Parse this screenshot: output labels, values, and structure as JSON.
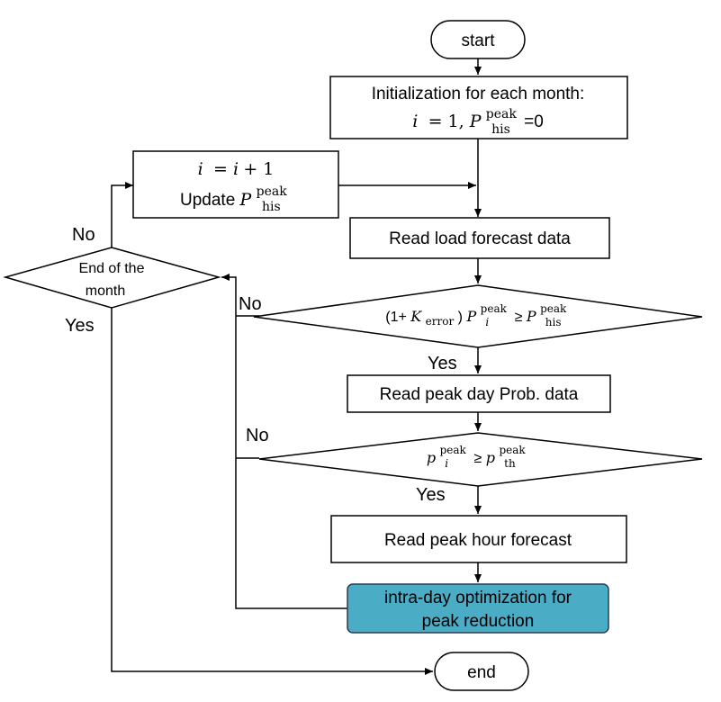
{
  "nodes": {
    "start": {
      "text": "start"
    },
    "init": {
      "line1": "Initialization for each month:",
      "line2_var": "i",
      "line2_mid": "= 1, ",
      "line2_sym": "P",
      "line2_sup": "peak",
      "line2_sub": "his",
      "line2_tail": "=0"
    },
    "update": {
      "line1_a": "i",
      "line1_b": "= ",
      "line1_c": "i",
      "line1_d": " + 1",
      "line2_pre": "Update ",
      "line2_sym": "P",
      "line2_sup": "peak",
      "line2_sub": "his"
    },
    "read_load": {
      "text": "Read load forecast data"
    },
    "decision_load": {
      "pre": "(1+",
      "k": "K",
      "k_sub": "error",
      "mid": ")",
      "p": "P",
      "p_sup": "peak",
      "p_sub": "i",
      "geq": "≥",
      "q": "P",
      "q_sup": "peak",
      "q_sub": "his"
    },
    "read_prob": {
      "text": "Read peak day Prob. data"
    },
    "decision_prob": {
      "p": "p",
      "p_sup": "peak",
      "p_sub": "i",
      "geq": "≥ ",
      "q": "p",
      "q_sup": "peak",
      "q_sub": "th"
    },
    "read_hour": {
      "text": "Read peak hour forecast"
    },
    "optimization": {
      "line1": "intra-day optimization for",
      "line2": "peak reduction"
    },
    "end_month": {
      "line1": "End of the",
      "line2": "month"
    },
    "end": {
      "text": "end"
    }
  },
  "labels": {
    "no_end_month": "No",
    "yes_end_month": "Yes",
    "no_load": "No",
    "yes_load": "Yes",
    "no_prob": "No",
    "yes_prob": "Yes"
  },
  "colors": {
    "highlight": "#4bacc6",
    "stroke": "#000000"
  }
}
